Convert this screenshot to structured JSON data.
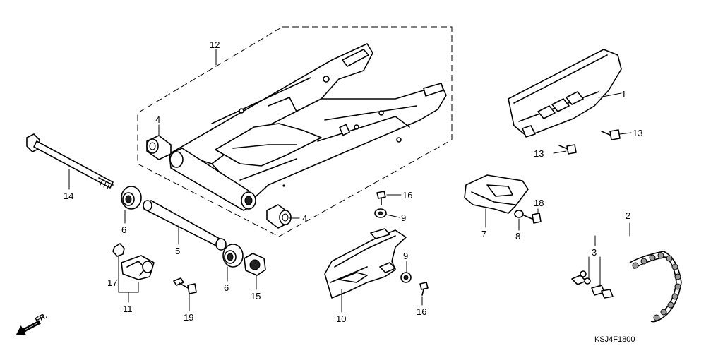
{
  "diagram_code": "KSJ4F1800",
  "direction_label": "FR.",
  "callouts": {
    "p1": "1",
    "p2": "2",
    "p3": "3",
    "p4a": "4",
    "p4b": "4",
    "p5": "5",
    "p6a": "6",
    "p6b": "6",
    "p7": "7",
    "p8": "8",
    "p9a": "9",
    "p9b": "9",
    "p10": "10",
    "p11": "11",
    "p12": "12",
    "p13a": "13",
    "p13b": "13",
    "p14": "14",
    "p15": "15",
    "p16a": "16",
    "p16b": "16",
    "p17": "17",
    "p18": "18",
    "p19": "19"
  }
}
